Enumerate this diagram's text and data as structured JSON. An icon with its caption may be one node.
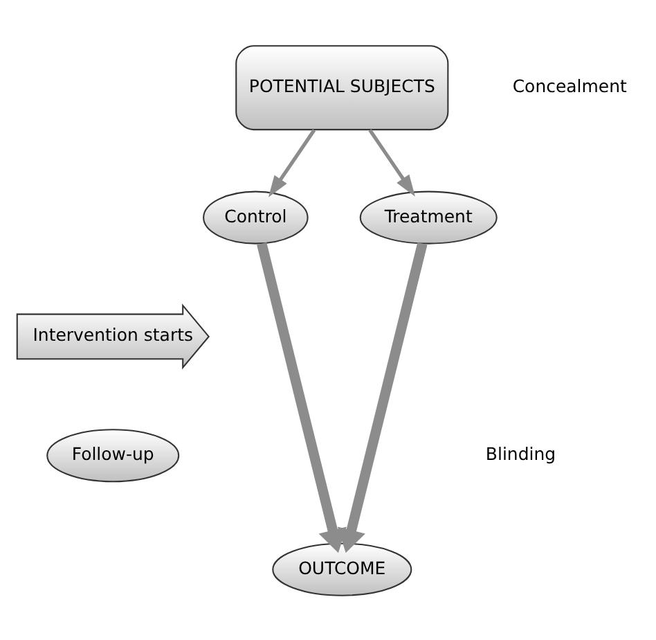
{
  "diagram": {
    "nodes": [
      {
        "text": [
          "POTENTIAL SUBJECTS"
        ]
      },
      {
        "text": [
          "Control"
        ]
      },
      {
        "text": [
          "Treatment"
        ]
      },
      {
        "text": [
          "Intervention starts"
        ]
      },
      {
        "text": [
          "Follow-up"
        ]
      },
      {
        "text": [
          "OUTCOME"
        ]
      }
    ],
    "edges": [
      {
        "from": 0,
        "to": 1,
        "arrow": "to"
      },
      {
        "from": 0,
        "to": 2,
        "arrow": "to"
      },
      {
        "from": 1,
        "to": 5,
        "arrow": "to",
        "style": "thick"
      },
      {
        "from": 2,
        "to": 5,
        "arrow": "to",
        "style": "thick"
      }
    ],
    "labels": [
      "Concealment",
      "Blinding"
    ]
  }
}
